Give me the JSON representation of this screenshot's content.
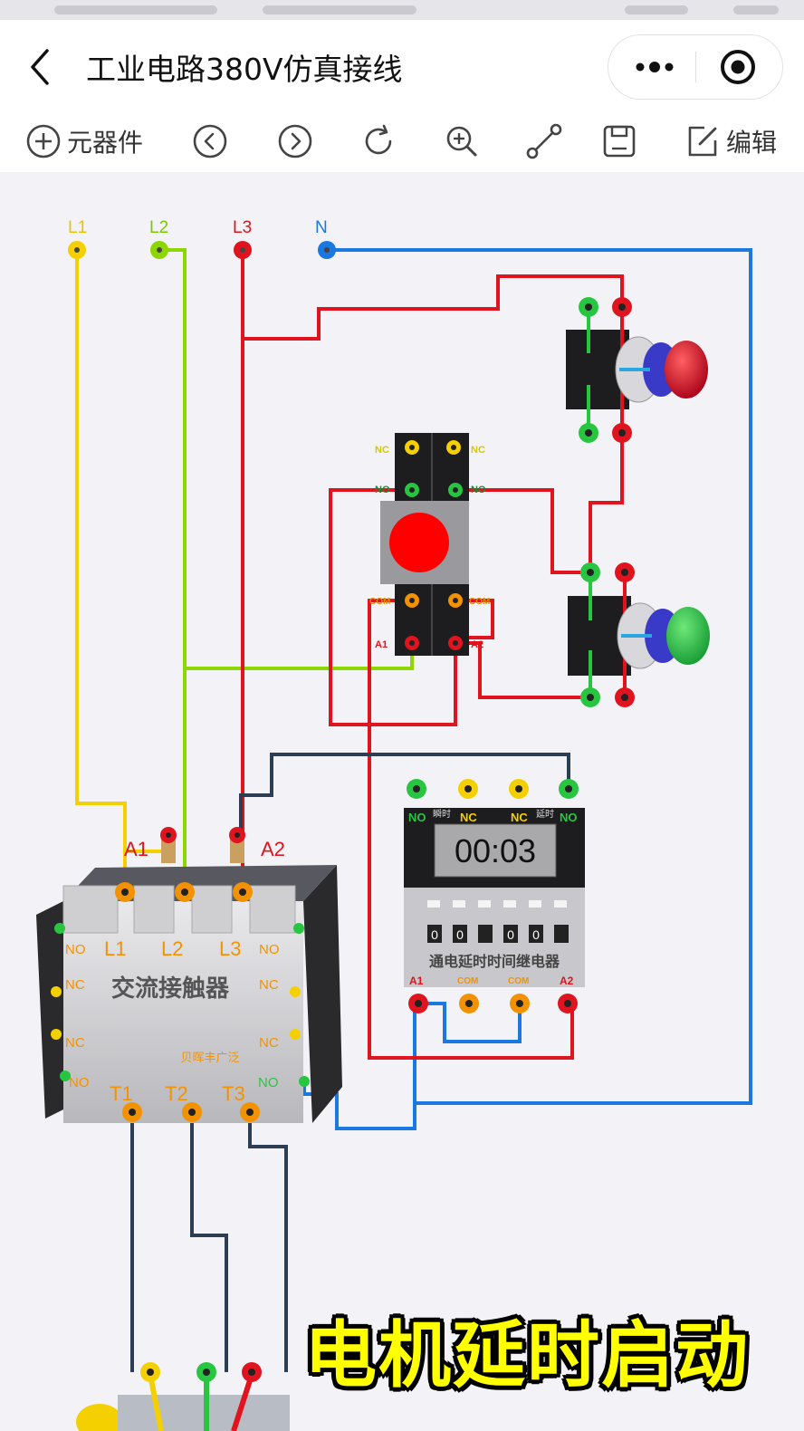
{
  "header": {
    "title": "工业电路380V仿真接线"
  },
  "toolbar": {
    "add_label": "元器件",
    "edit_label": "编辑"
  },
  "power": {
    "l1": "L1",
    "l2": "L2",
    "l3": "L3",
    "n": "N"
  },
  "colors": {
    "l1": "#f5d000",
    "l2": "#8ed600",
    "l3": "#e0141e",
    "n": "#1a78e0",
    "control": "#2e3e52",
    "caption": "#ffff00"
  },
  "relay_switch": {
    "nc_left": "NC",
    "nc_right": "NC",
    "no_left": "NO",
    "no_right": "NO",
    "com_left": "COM",
    "com_right": "COM",
    "a1": "A1",
    "a2": "A2"
  },
  "timer": {
    "display": "00:03",
    "instant_label": "瞬时",
    "delay_label": "延时",
    "no_left": "NO",
    "nc_left": "NC",
    "nc_right": "NC",
    "no_right": "NO",
    "digits": [
      "0",
      "0",
      "",
      "0",
      "0",
      ""
    ],
    "name": "通电延时时间继电器",
    "a1": "A1",
    "com1": "COM",
    "com2": "COM",
    "a2": "A2"
  },
  "contactor": {
    "name": "交流接触器",
    "brand": "贝晖丰广泛",
    "a1": "A1",
    "a2": "A2",
    "l1": "L1",
    "l2": "L2",
    "l3": "L3",
    "t1": "T1",
    "t2": "T2",
    "t3": "T3",
    "left_no_top": "NO",
    "left_nc": "NC",
    "left_nc2": "NC",
    "left_no_bottom": "NO",
    "right_no_top": "NO",
    "right_nc": "NC",
    "right_nc2": "NC",
    "right_no_bottom": "NO"
  },
  "buttons": {
    "stop_color": "#d8222c",
    "start_color": "#28b84a"
  },
  "caption": "电机延时启动"
}
